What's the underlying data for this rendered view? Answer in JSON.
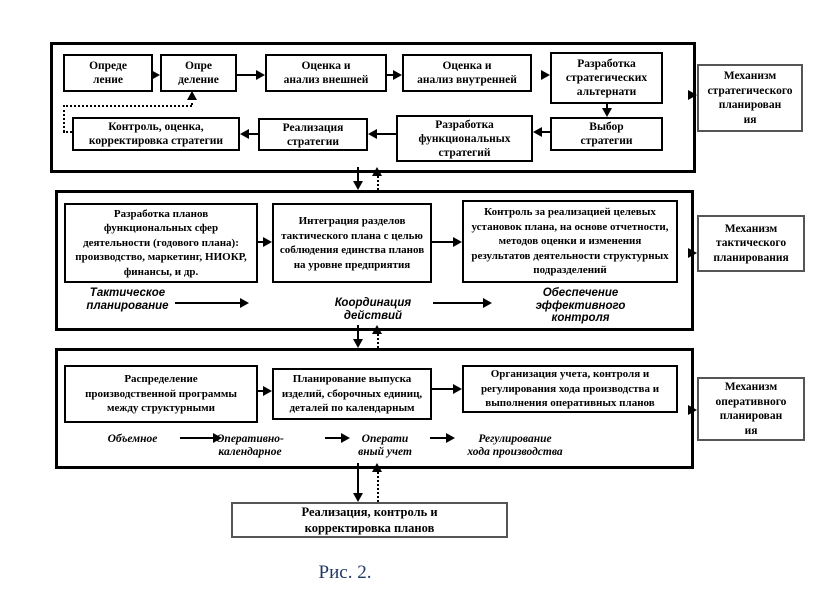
{
  "colors": {
    "background": "#ffffff",
    "diagram_lines": "#000000",
    "outer_box_border": "#555555",
    "caption_text": "#203864"
  },
  "strategic": {
    "boxes": [
      "Опреде\nление",
      "Опре\nделение",
      "Оценка и\nанализ внешней",
      "Оценка и\nанализ внутренней",
      "Разработка\nстратегических\nальтернати",
      "Выбор\nстратегии",
      "Разработка\nфункциональных\nстратегий",
      "Реализация\nстратегии",
      "Контроль, оценка,\nкорректировка стратегии"
    ],
    "mechanism": "Механизм\nстратегического\nпланирован\nия"
  },
  "tactical": {
    "boxes": [
      "Разработка планов\nфункциональных сфер\nдеятельности (годового плана):\nпроизводство, маркетинг, НИОКР,\nфинансы, и др.",
      "Интеграция разделов\nтактического плана с целью\nсоблюдения единства планов\nна уровне предприятия",
      "Контроль за реализацией целевых\nустановок плана, на основе отчетности,\nметодов оценки и изменения\nрезультатов деятельности структурных\nподразделений"
    ],
    "flow_labels": [
      "Тактическое\nпланирование",
      "Координация\nдействий",
      "Обеспечение\nэффективного контроля"
    ],
    "mechanism": "Механизм\nтактического\nпланирования"
  },
  "operational": {
    "boxes": [
      "Распределение\nпроизводственной программы\nмежду структурными",
      "Планирование выпуска\nизделий, сборочных единиц,\nдеталей по календарным",
      "Организация учета, контроля и\nрегулирования хода производства и\nвыполнения оперативных планов"
    ],
    "flow_labels": [
      "Объемное",
      "Оперативно-\nкалендарное",
      "Операти\nвный учет",
      "Регулирование\nхода производства"
    ],
    "mechanism": "Механизм\nоперативного\nпланирован\nия"
  },
  "footer": {
    "final_box": "Реализация, контроль и\nкорректировка планов",
    "caption": "Рис. 2."
  }
}
